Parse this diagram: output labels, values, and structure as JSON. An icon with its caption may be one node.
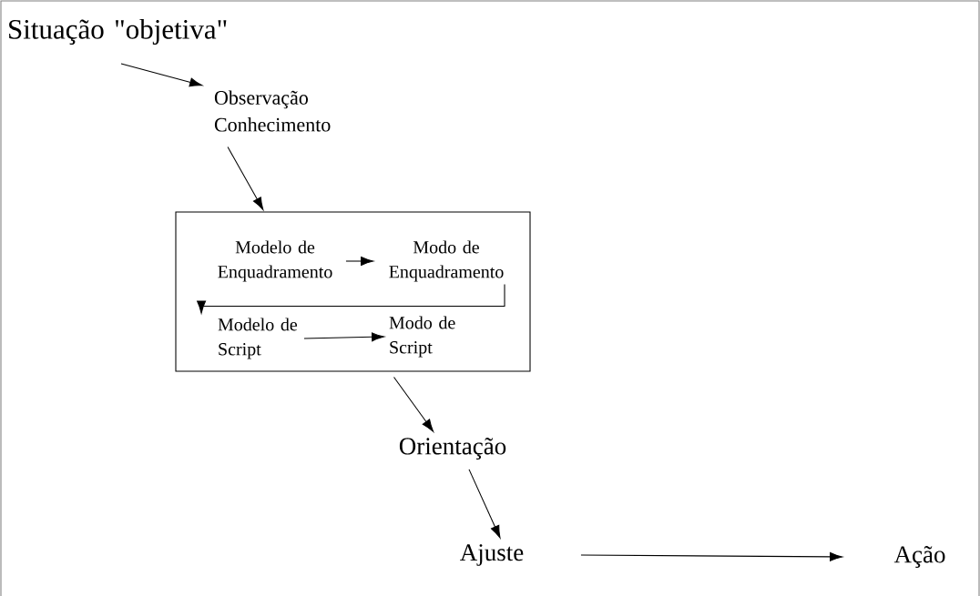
{
  "diagram": {
    "nodes": [
      {
        "text": [
          "Situação \"objetiva\""
        ]
      },
      {
        "text": [
          "Observação Conhecimento"
        ]
      },
      {
        "text": [],
        "shape": "box"
      },
      {
        "text": [
          "Modelo de Enquadramento"
        ],
        "in": 2
      },
      {
        "text": [
          "Modo de Enquadramento"
        ],
        "in": 2
      },
      {
        "text": [
          "Modelo de Script"
        ],
        "in": 2
      },
      {
        "text": [
          "Modo de Script"
        ],
        "in": 2
      },
      {
        "text": [
          "Orientação"
        ]
      },
      {
        "text": [
          "Ajuste"
        ]
      },
      {
        "text": [
          "Ação"
        ]
      }
    ],
    "edges": [
      {
        "from": 0,
        "to": 1,
        "arrow": "to"
      },
      {
        "from": 1,
        "to": 2,
        "arrow": "to"
      },
      {
        "from": 3,
        "to": 4,
        "arrow": "to"
      },
      {
        "from": 4,
        "to": 5,
        "arrow": "to"
      },
      {
        "from": 5,
        "to": 6,
        "arrow": "to"
      },
      {
        "from": 2,
        "to": 7,
        "arrow": "to"
      },
      {
        "from": 7,
        "to": 8,
        "arrow": "to"
      },
      {
        "from": 8,
        "to": 9,
        "arrow": "to"
      }
    ]
  }
}
